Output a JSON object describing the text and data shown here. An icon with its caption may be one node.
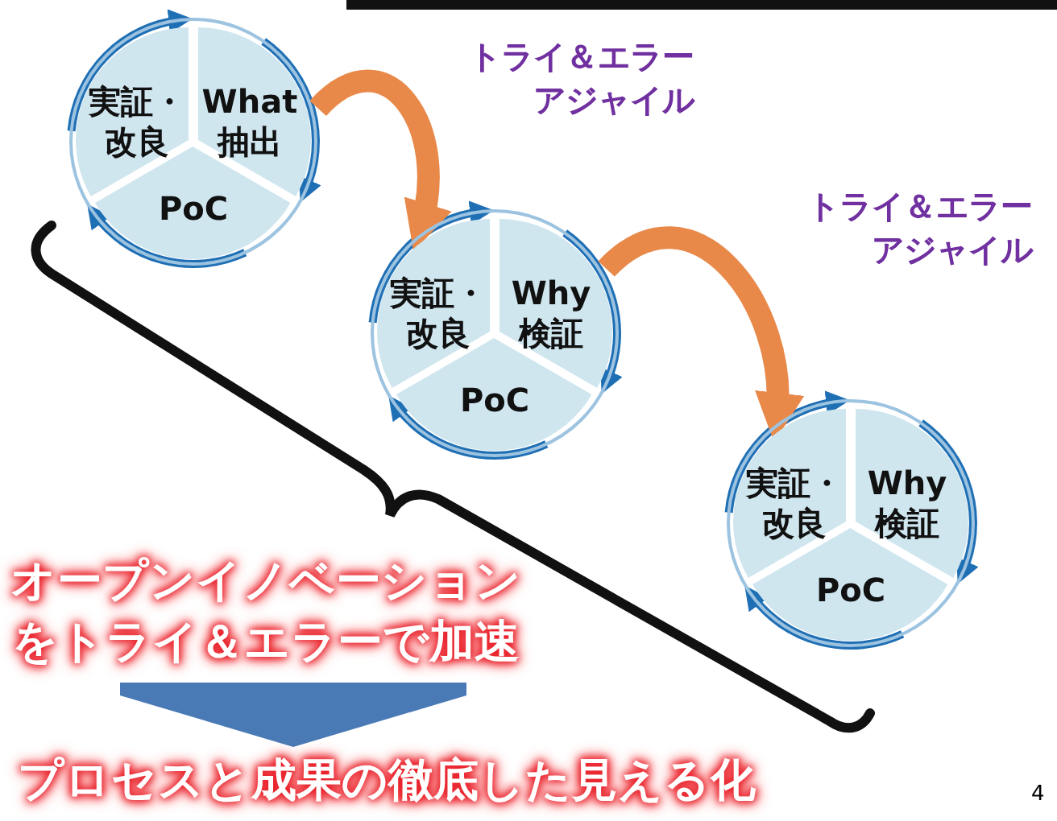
{
  "diagram": {
    "nodes": [
      {
        "text": [],
        "shape": "circle"
      },
      {
        "text": [
          "実証・改良"
        ],
        "in": 0
      },
      {
        "text": [
          "What 抽出"
        ],
        "in": 0
      },
      {
        "text": [
          "PoC"
        ],
        "in": 0
      },
      {
        "text": [],
        "shape": "circle"
      },
      {
        "text": [
          "実証・改良"
        ],
        "in": 4
      },
      {
        "text": [
          "Why 検証"
        ],
        "in": 4
      },
      {
        "text": [
          "PoC"
        ],
        "in": 4
      },
      {
        "text": [],
        "shape": "circle"
      },
      {
        "text": [
          "実証・改良"
        ],
        "in": 8
      },
      {
        "text": [
          "Why 検証"
        ],
        "in": 8
      },
      {
        "text": [
          "PoC"
        ],
        "in": 8
      },
      {
        "text": [
          "オープンイノベーションをトライ＆エラーで加速"
        ]
      },
      {
        "text": [
          "プロセスと成果の徹底した見える化"
        ]
      }
    ],
    "edges": [
      {
        "from": 1,
        "to": 2,
        "arrow": "to"
      },
      {
        "from": 2,
        "to": 3,
        "arrow": "to"
      },
      {
        "from": 3,
        "to": 1,
        "arrow": "to"
      },
      {
        "from": 5,
        "to": 6,
        "arrow": "to"
      },
      {
        "from": 6,
        "to": 7,
        "arrow": "to"
      },
      {
        "from": 7,
        "to": 5,
        "arrow": "to"
      },
      {
        "from": 9,
        "to": 10,
        "arrow": "to"
      },
      {
        "from": 10,
        "to": 11,
        "arrow": "to"
      },
      {
        "from": 11,
        "to": 9,
        "arrow": "to"
      },
      {
        "from": 0,
        "to": 4,
        "arrow": "to",
        "label": "トライ＆エラーアジャイル",
        "style": "thick",
        "color": "#e8894a"
      },
      {
        "from": 4,
        "to": 8,
        "arrow": "to",
        "label": "トライ＆エラーアジャイル",
        "style": "thick",
        "color": "#e8894a"
      },
      {
        "from": 12,
        "to": 13,
        "arrow": "to",
        "style": "thick",
        "color": "#4a7ab5"
      }
    ],
    "labels": [
      "4"
    ]
  }
}
